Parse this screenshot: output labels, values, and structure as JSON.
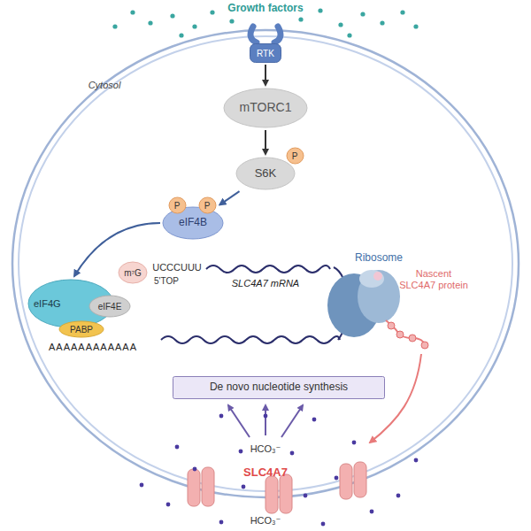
{
  "diagram": {
    "nodes": [
      {
        "text": [
          "RTK"
        ]
      },
      {
        "text": [
          "mTORC1"
        ]
      },
      {
        "text": [
          "S6K"
        ]
      },
      {
        "text": [
          "P"
        ]
      },
      {
        "text": [
          "eIF4B"
        ]
      },
      {
        "text": [
          "P"
        ]
      },
      {
        "text": [
          "P"
        ]
      },
      {
        "text": [
          "m⁷G"
        ]
      },
      {
        "text": [
          "eIF4G"
        ]
      },
      {
        "text": [
          "eIF4E"
        ]
      },
      {
        "text": [
          "PABP"
        ]
      },
      {
        "text": [
          "De novo nucleotide synthesis"
        ]
      }
    ],
    "edges": [
      {
        "from": 0,
        "to": 1,
        "arrow": "to"
      },
      {
        "from": 1,
        "to": 2,
        "arrow": "to"
      },
      {
        "from": 2,
        "to": 4,
        "arrow": "to"
      },
      {
        "from": 4,
        "to": 8,
        "arrow": "to"
      }
    ],
    "labels": [
      "Growth factors",
      "Cytosol",
      "UCCCUUU",
      "5'TOP",
      "SLC4A7 mRNA",
      "AAAAAAAAAAAA",
      "Ribosome",
      "Nascent SLC4A7 protein",
      "HCO₃⁻",
      "SLC4A7",
      "HCO₃⁻"
    ]
  }
}
